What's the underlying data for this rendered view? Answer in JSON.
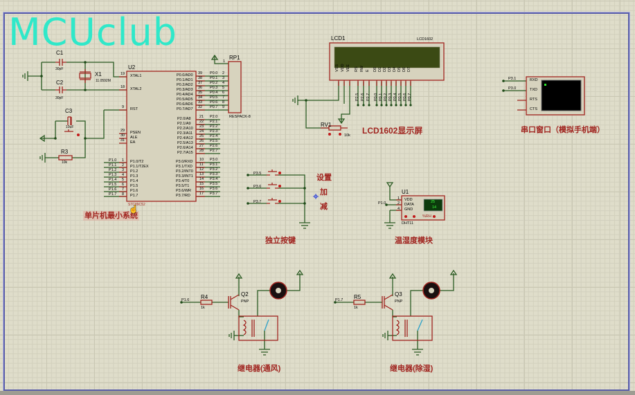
{
  "app": {
    "type": "Proteus ISIS schematic capture",
    "watermark": "MCUclub"
  },
  "components": {
    "C1": {
      "ref": "C1",
      "value": "30pF"
    },
    "C2": {
      "ref": "C2",
      "value": "30pF"
    },
    "C3": {
      "ref": "C3",
      "value": "10uF"
    },
    "X1": {
      "ref": "X1",
      "value": "11.0592M"
    },
    "R3": {
      "ref": "R3",
      "value": "10k"
    },
    "R4": {
      "ref": "R4",
      "value": "1k"
    },
    "R5": {
      "ref": "R5",
      "value": "1k"
    },
    "RV1": {
      "ref": "RV1",
      "value": "10k"
    },
    "RP1": {
      "ref": "RP1",
      "value": "RESPACK-8"
    },
    "U2": {
      "ref": "U2",
      "value": "STC89C52"
    },
    "LCD1": {
      "ref": "LCD1",
      "value": "LCD1602"
    },
    "U1": {
      "ref": "U1",
      "value": "DHT11",
      "display_top": "25",
      "display_bottom": "14",
      "rh_label": "%RH"
    },
    "Q2": {
      "ref": "Q2",
      "value": "PNP"
    },
    "Q3": {
      "ref": "Q3",
      "value": "PNP"
    }
  },
  "u2": {
    "left_pins": [
      {
        "num": "19",
        "name": "XTAL1"
      },
      {
        "num": "18",
        "name": "XTAL2"
      },
      {
        "num": "9",
        "name": "RST"
      },
      {
        "num": "29",
        "name": "PSEN"
      },
      {
        "num": "30",
        "name": "ALE"
      },
      {
        "num": "31",
        "name": "EA"
      }
    ],
    "p1_pins": [
      {
        "num": "1",
        "name": "P1.0/T2",
        "net": "P1.0"
      },
      {
        "num": "2",
        "name": "P1.1/T2EX",
        "net": "P1.1"
      },
      {
        "num": "3",
        "name": "P1.2",
        "net": "P1.2"
      },
      {
        "num": "4",
        "name": "P1.3",
        "net": "P1.3"
      },
      {
        "num": "5",
        "name": "P1.4",
        "net": "P1.4"
      },
      {
        "num": "6",
        "name": "P1.5",
        "net": "P1.5"
      },
      {
        "num": "7",
        "name": "P1.6",
        "net": "P1.6"
      },
      {
        "num": "8",
        "name": "P1.7",
        "net": "P1.7"
      }
    ],
    "p0_pins": [
      {
        "num": "39",
        "name": "P0.0/AD0",
        "net": "P0.0",
        "rp": "2"
      },
      {
        "num": "38",
        "name": "P0.1/AD1",
        "net": "P0.1",
        "rp": "3"
      },
      {
        "num": "37",
        "name": "P0.2/AD2",
        "net": "P0.2",
        "rp": "4"
      },
      {
        "num": "36",
        "name": "P0.3/AD3",
        "net": "P0.3",
        "rp": "5"
      },
      {
        "num": "35",
        "name": "P0.4/AD4",
        "net": "P0.4",
        "rp": "6"
      },
      {
        "num": "34",
        "name": "P0.5/AD5",
        "net": "P0.5",
        "rp": "7"
      },
      {
        "num": "33",
        "name": "P0.6/AD6",
        "net": "P0.6",
        "rp": "8"
      },
      {
        "num": "32",
        "name": "P0.7/AD7",
        "net": "P0.7",
        "rp": "9"
      }
    ],
    "p2_pins": [
      {
        "num": "21",
        "name": "P2.0/A8",
        "net": "P2.0"
      },
      {
        "num": "22",
        "name": "P2.1/A9",
        "net": "P2.1"
      },
      {
        "num": "23",
        "name": "P2.2/A10",
        "net": "P2.2"
      },
      {
        "num": "24",
        "name": "P2.3/A11",
        "net": "P2.3"
      },
      {
        "num": "25",
        "name": "P2.4/A12",
        "net": "P2.4"
      },
      {
        "num": "26",
        "name": "P2.5/A13",
        "net": "P2.5"
      },
      {
        "num": "27",
        "name": "P2.6/A14",
        "net": "P2.6"
      },
      {
        "num": "28",
        "name": "P2.7/A15",
        "net": "P2.7"
      }
    ],
    "p3_pins": [
      {
        "num": "10",
        "name": "P3.0/RXD",
        "net": "P3.0"
      },
      {
        "num": "11",
        "name": "P3.1/TXD",
        "net": "P3.1"
      },
      {
        "num": "12",
        "name": "P3.2/INT0",
        "net": "P3.2"
      },
      {
        "num": "13",
        "name": "P3.3/INT1",
        "net": "P3.3"
      },
      {
        "num": "14",
        "name": "P3.4/T0",
        "net": "P3.4"
      },
      {
        "num": "15",
        "name": "P3.5/T1",
        "net": "P3.5"
      },
      {
        "num": "16",
        "name": "P3.6/WR",
        "net": "P3.6"
      },
      {
        "num": "17",
        "name": "P3.7/RD",
        "net": "P3.7"
      }
    ],
    "rp1_common_pin": "1"
  },
  "lcd": {
    "pins": [
      "VSS",
      "VDD",
      "VEE",
      "RS",
      "RW",
      "E",
      "D0",
      "D1",
      "D2",
      "D3",
      "D4",
      "D5",
      "D6",
      "D7"
    ],
    "ctrl_nets": [
      "P2.5",
      "P2.6",
      "P2.7"
    ],
    "data_nets": [
      "P0.0",
      "P0.1",
      "P0.2",
      "P0.3",
      "P0.4",
      "P0.5",
      "P0.6",
      "P0.7"
    ]
  },
  "serial": {
    "pins": [
      "RXD",
      "TXD",
      "RTS",
      "CTS"
    ],
    "nets": [
      "P3.1",
      "P3.0"
    ]
  },
  "buttons": {
    "nets": [
      "P3.5",
      "P3.6",
      "P3.7"
    ],
    "labels": [
      "设置",
      "加",
      "减"
    ]
  },
  "dht": {
    "pins": [
      {
        "num": "1",
        "name": "VDD"
      },
      {
        "num": "2",
        "name": "DATA"
      },
      {
        "num": "4",
        "name": "GND"
      }
    ],
    "net": "P1.0"
  },
  "relays": {
    "r1_net": "P1.6",
    "r2_net": "P1.7"
  },
  "captions": {
    "mcu": "单片机最小系统",
    "lcd": "LCD1602显示屏",
    "serial": "串口窗口（模拟手机端）",
    "keys": "独立按键",
    "sensor": "温湿度模块",
    "relay_fan": "继电器(通风)",
    "relay_dehumid": "继电器(除湿)"
  },
  "colors": {
    "wire": "#2a5a22",
    "component": "#a0241f",
    "body": "#d7d3be",
    "caption": "#a0241f",
    "logo": "#2fe8c9",
    "sheet_border": "#5a5ea8",
    "lcd_screen": "#3b4a14"
  }
}
